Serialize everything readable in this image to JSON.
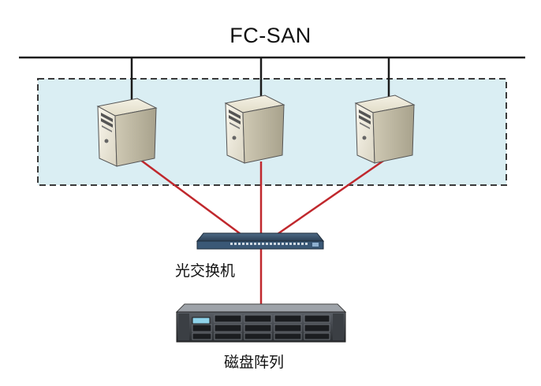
{
  "diagram": {
    "title": "FC-SAN",
    "nodes": {
      "servers": [
        {
          "id": "server-1",
          "icon": "server-tower-icon"
        },
        {
          "id": "server-2",
          "icon": "server-tower-icon"
        },
        {
          "id": "server-3",
          "icon": "server-tower-icon"
        }
      ],
      "switch": {
        "label": "光交换机",
        "icon": "network-switch-icon"
      },
      "storage": {
        "label": "磁盘阵列",
        "icon": "disk-array-icon"
      }
    },
    "colors": {
      "san_bus": "#1a1a1a",
      "fc_link": "#c0282d",
      "server_group_fill": "#daeef3",
      "server_group_border": "#3a3a3a"
    }
  }
}
